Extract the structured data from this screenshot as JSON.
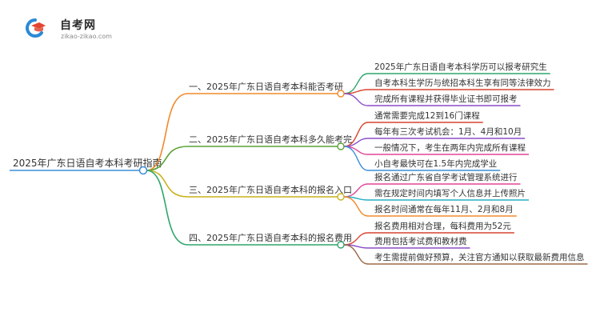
{
  "logo": {
    "title": "自考网",
    "url": "zikao-zikao.com",
    "icon": "graduation-cap-icon",
    "colors": {
      "blue": "#2b8ad6",
      "red": "#e2452f"
    }
  },
  "mindmap": {
    "root": "2025年广东日语自考本科考研指南",
    "root_color": "#3c8dd8",
    "branches": [
      {
        "label": "一、2025年广东日语自考本科能否考研",
        "color": "#f08a2c",
        "leaves": [
          {
            "text": "2025年广东日语自考本科学历可以报考研究生",
            "color": "#2ea66b"
          },
          {
            "text": "自考本科生学历与统招本科生享有同等法律效力",
            "color": "#d9442f"
          },
          {
            "text": "完成所有课程并获得毕业证书即可报考",
            "color": "#8a4fc9"
          }
        ]
      },
      {
        "label": "二、2025年广东日语自考本科多久能考完",
        "color": "#5aa335",
        "leaves": [
          {
            "text": "通常需要完成12到16门课程",
            "color": "#d9442f"
          },
          {
            "text": "每年有三次考试机会：1月、4月和10月",
            "color": "#8a4fc9"
          },
          {
            "text": "一般情况下，考生在两年内完成所有课程",
            "color": "#e0459a"
          },
          {
            "text": "小自考最快可在1.5年内完成学业",
            "color": "#3c8dd8"
          }
        ]
      },
      {
        "label": "三、2025年广东日语自考本科的报名入口",
        "color": "#c9b21c",
        "leaves": [
          {
            "text": "报名通过广东省自学考试管理系统进行",
            "color": "#e0459a"
          },
          {
            "text": "需在规定时间内填写个人信息并上传照片",
            "color": "#27b0c4"
          },
          {
            "text": "报名时间通常在每年11月、2月和8月",
            "color": "#f08a2c"
          }
        ]
      },
      {
        "label": "四、2025年广东日语自考本科的报名费用",
        "color": "#2ea66b",
        "leaves": [
          {
            "text": "报名费用相对合理，每科费用为52元",
            "color": "#d9442f"
          },
          {
            "text": "费用包括考试费和教材费",
            "color": "#8a4fc9"
          },
          {
            "text": "考生需提前做好预算，关注官方通知以获取最新费用信息",
            "color": "#9a6a4a"
          }
        ]
      }
    ]
  }
}
